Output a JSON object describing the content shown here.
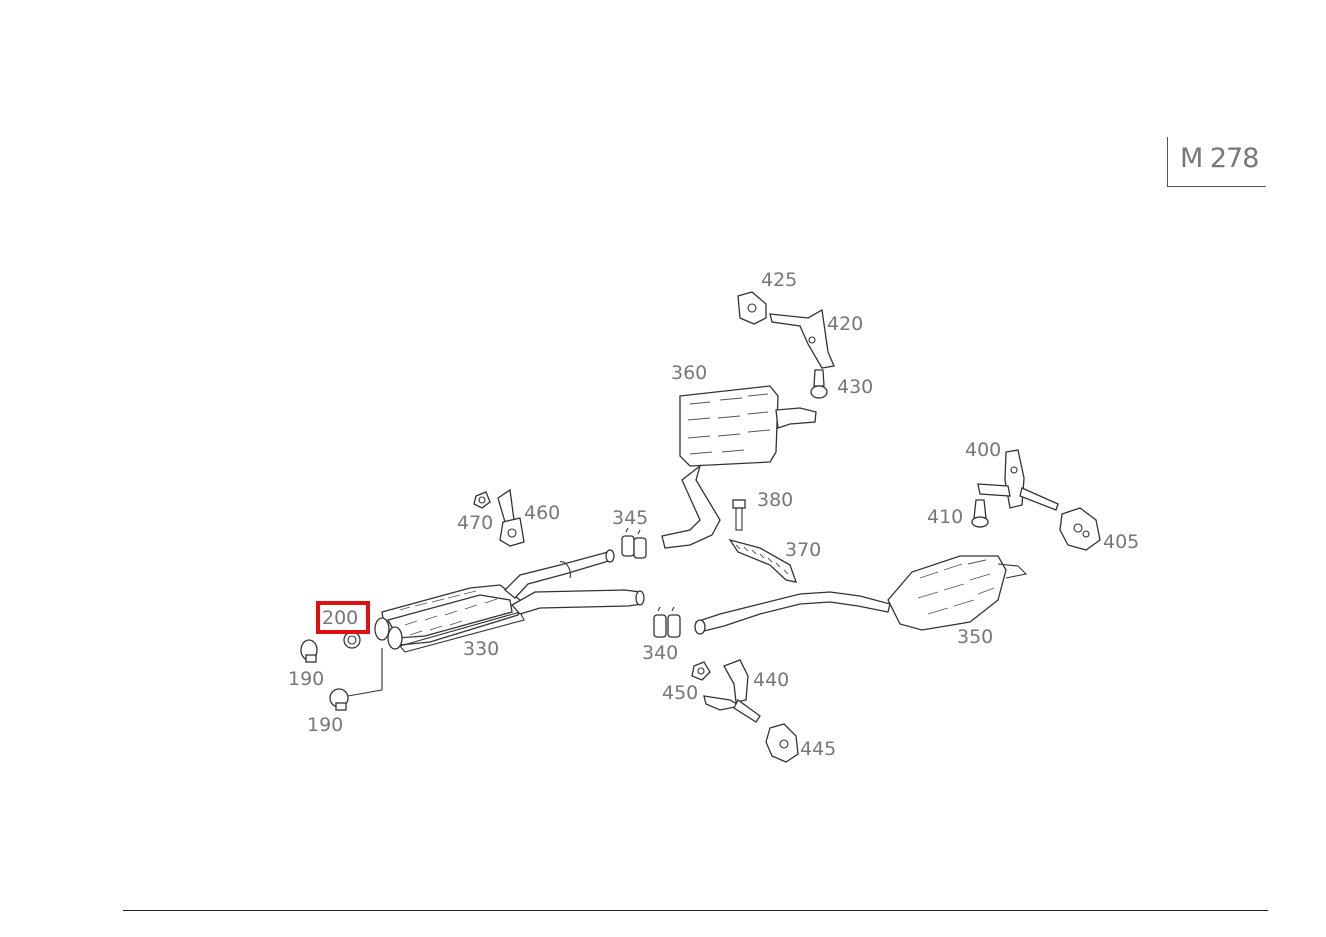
{
  "engine_code": "M 278",
  "highlighted_part": "200",
  "part_labels": {
    "p190a": "190",
    "p190b": "190",
    "p200": "200",
    "p330": "330",
    "p340": "340",
    "p345": "345",
    "p350": "350",
    "p360": "360",
    "p370": "370",
    "p380": "380",
    "p400": "400",
    "p405": "405",
    "p410": "410",
    "p420": "420",
    "p425": "425",
    "p430": "430",
    "p440": "440",
    "p445": "445",
    "p450": "450",
    "p460": "460",
    "p470": "470"
  },
  "colors": {
    "highlight": "#e01010",
    "line": "#333333",
    "label": "#777777"
  }
}
